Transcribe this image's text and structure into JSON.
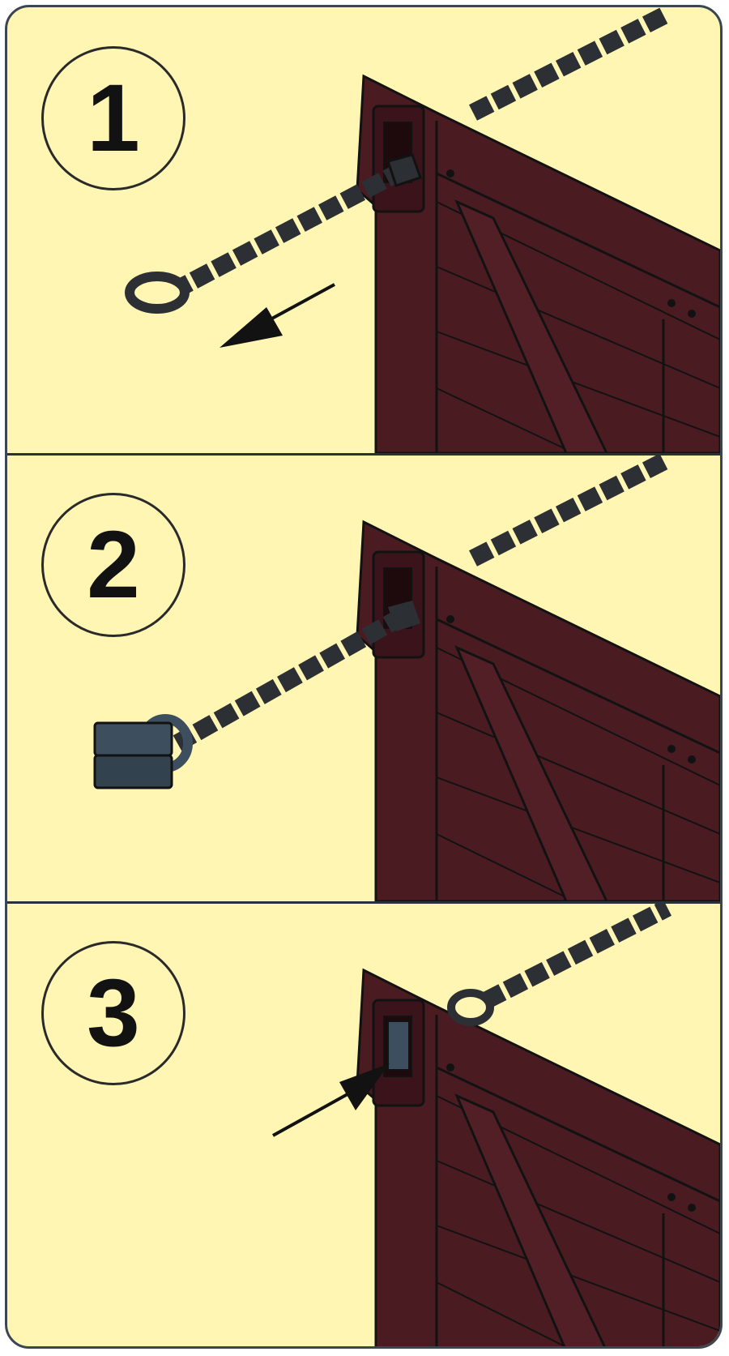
{
  "steps": [
    {
      "number": "1"
    },
    {
      "number": "2"
    },
    {
      "number": "3"
    }
  ],
  "colors": {
    "background": "#fff6b4",
    "door": "#4a1c22",
    "door_dark": "#2a0d11",
    "chain": "#2c2f33",
    "hook": "#3d4f5e",
    "outline": "#121212"
  }
}
